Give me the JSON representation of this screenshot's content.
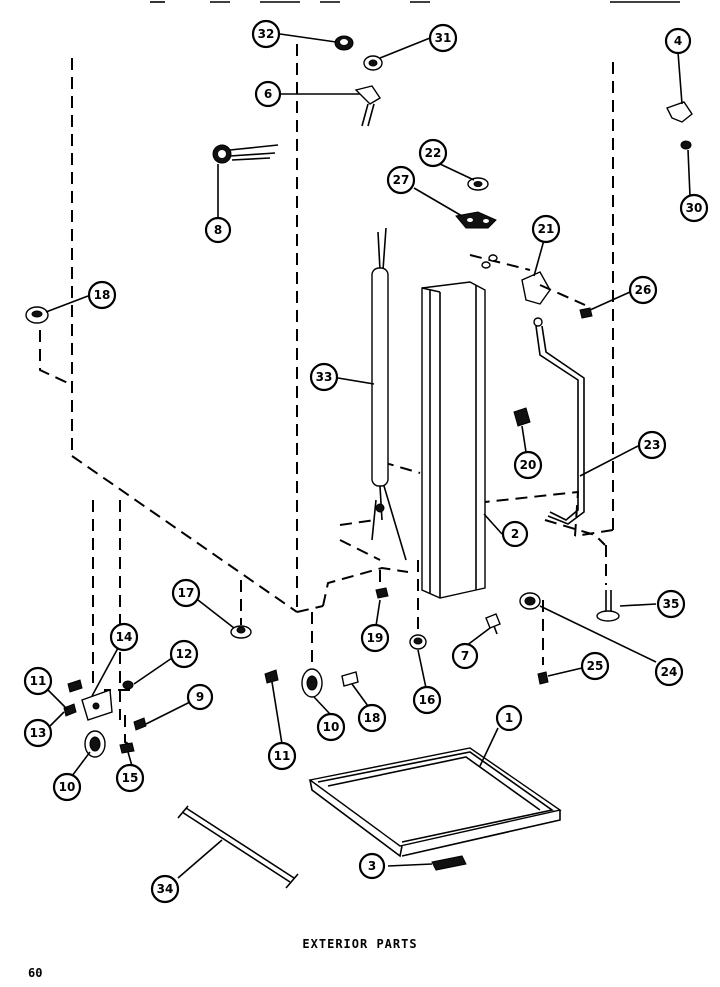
{
  "caption": "EXTERIOR PARTS",
  "page_number": "60",
  "callouts": [
    "32",
    "31",
    "6",
    "4",
    "30",
    "8",
    "22",
    "27",
    "21",
    "26",
    "18",
    "33",
    "20",
    "23",
    "2",
    "17",
    "19",
    "7",
    "16",
    "35",
    "24",
    "25",
    "14",
    "12",
    "11",
    "9",
    "13",
    "10",
    "18",
    "10",
    "11",
    "15",
    "1",
    "3",
    "34"
  ]
}
